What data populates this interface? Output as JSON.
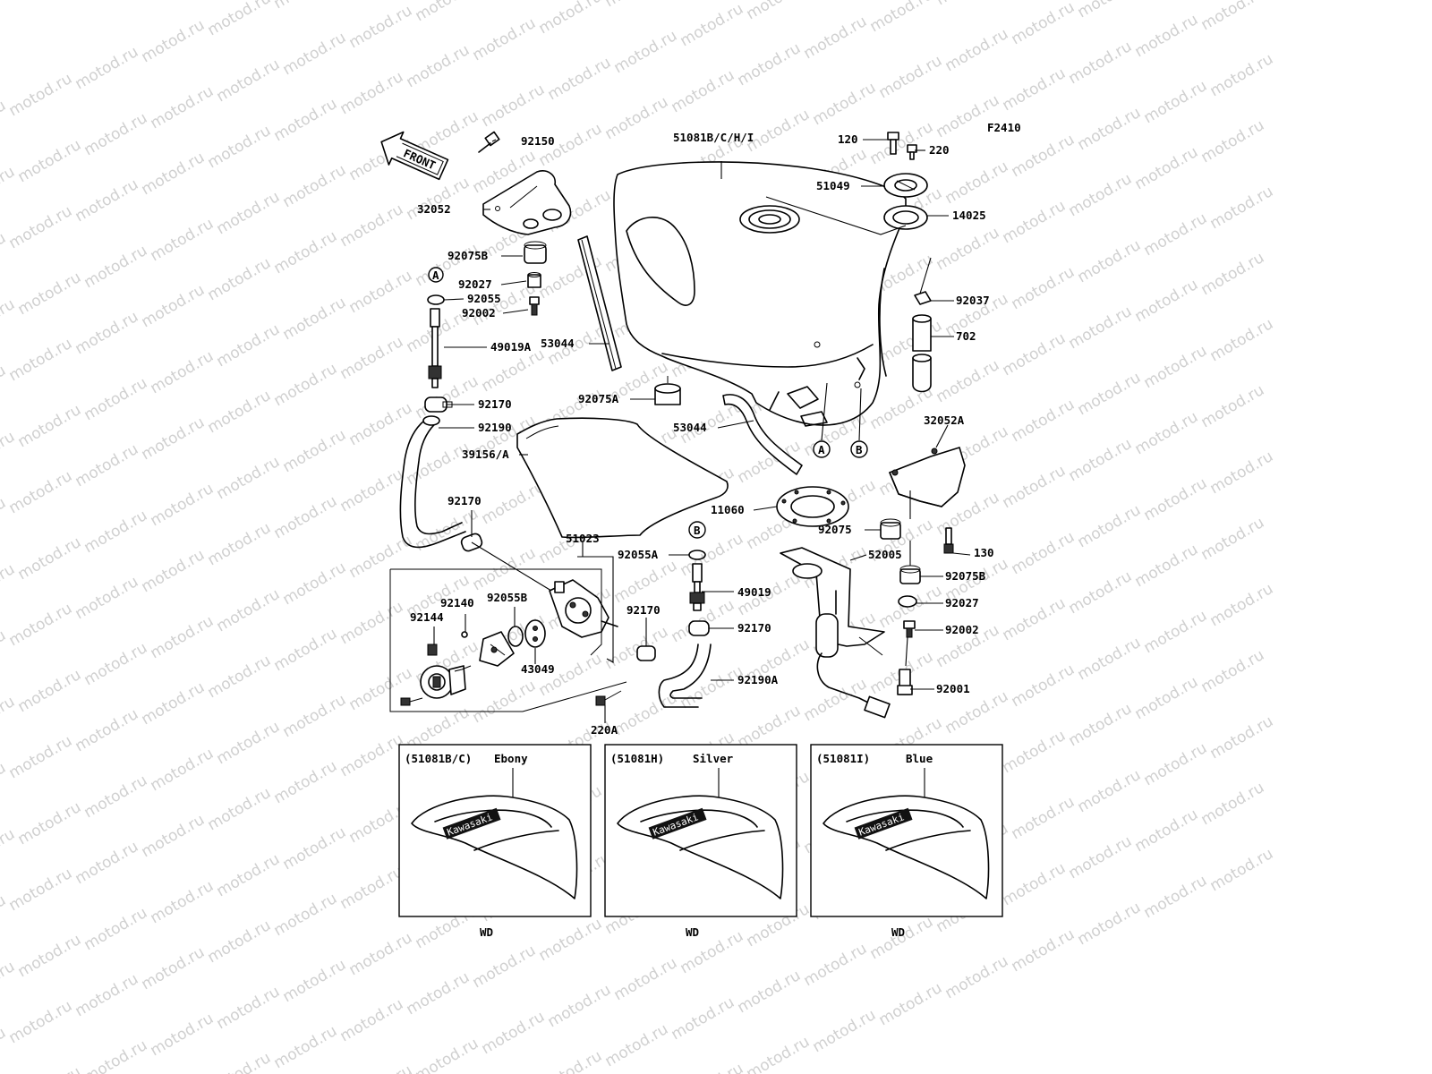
{
  "figure_code": "F2410",
  "front_arrow_label": "FRONT",
  "watermark_text": "motod.ru",
  "callouts": {
    "A": "A",
    "B": "B"
  },
  "part_labels": [
    {
      "id": "p_92150",
      "text": "92150"
    },
    {
      "id": "p_32052",
      "text": "32052"
    },
    {
      "id": "p_92075B_top",
      "text": "92075B"
    },
    {
      "id": "p_92027_left",
      "text": "92027"
    },
    {
      "id": "p_92055",
      "text": "92055"
    },
    {
      "id": "p_92002_left",
      "text": "92002"
    },
    {
      "id": "p_49019A",
      "text": "49019A"
    },
    {
      "id": "p_92170_a",
      "text": "92170"
    },
    {
      "id": "p_92190",
      "text": "92190"
    },
    {
      "id": "p_39156A",
      "text": "39156/A"
    },
    {
      "id": "p_92170_b",
      "text": "92170"
    },
    {
      "id": "p_51023",
      "text": "51023"
    },
    {
      "id": "p_92140",
      "text": "92140"
    },
    {
      "id": "p_92055B",
      "text": "92055B"
    },
    {
      "id": "p_92144",
      "text": "92144"
    },
    {
      "id": "p_43049",
      "text": "43049"
    },
    {
      "id": "p_220A",
      "text": "220A"
    },
    {
      "id": "p_92170_c",
      "text": "92170"
    },
    {
      "id": "p_51081",
      "text": "51081B/C/H/I"
    },
    {
      "id": "p_53044_a",
      "text": "53044"
    },
    {
      "id": "p_92075A",
      "text": "92075A"
    },
    {
      "id": "p_53044_b",
      "text": "53044"
    },
    {
      "id": "p_11060",
      "text": "11060"
    },
    {
      "id": "p_92055A",
      "text": "92055A"
    },
    {
      "id": "p_49019",
      "text": "49019"
    },
    {
      "id": "p_92170_d",
      "text": "92170"
    },
    {
      "id": "p_92190A",
      "text": "92190A"
    },
    {
      "id": "p_120",
      "text": "120"
    },
    {
      "id": "p_220",
      "text": "220"
    },
    {
      "id": "p_51049",
      "text": "51049"
    },
    {
      "id": "p_14025",
      "text": "14025"
    },
    {
      "id": "p_92037",
      "text": "92037"
    },
    {
      "id": "p_702",
      "text": "702"
    },
    {
      "id": "p_32052A",
      "text": "32052A"
    },
    {
      "id": "p_92075",
      "text": "92075"
    },
    {
      "id": "p_130",
      "text": "130"
    },
    {
      "id": "p_52005",
      "text": "52005"
    },
    {
      "id": "p_92075B_right",
      "text": "92075B"
    },
    {
      "id": "p_92027_right",
      "text": "92027"
    },
    {
      "id": "p_92002_right",
      "text": "92002"
    },
    {
      "id": "p_92001",
      "text": "92001"
    }
  ],
  "color_variants": [
    {
      "code": "(51081B/C)",
      "color": "Ebony",
      "footer": "WD",
      "decal": "Kawasaki"
    },
    {
      "code": "(51081H)",
      "color": "Silver",
      "footer": "WD",
      "decal": "Kawasaki"
    },
    {
      "code": "(51081I)",
      "color": "Blue",
      "footer": "WD",
      "decal": "Kawasaki"
    }
  ]
}
